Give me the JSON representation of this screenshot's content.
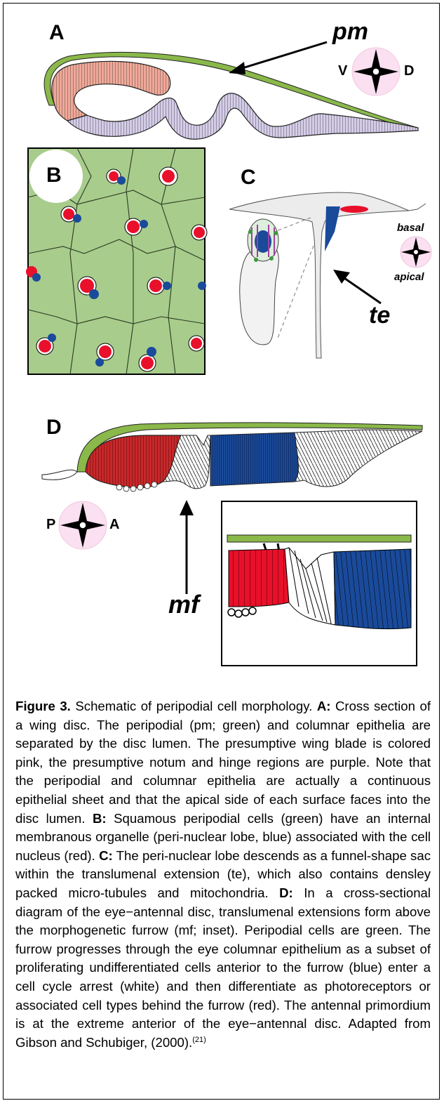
{
  "panels": {
    "a": {
      "letter": "A",
      "pm_label": "pm",
      "dir_left": "V",
      "dir_right": "D"
    },
    "b": {
      "letter": "B"
    },
    "c": {
      "letter": "C",
      "basal_label": "basal",
      "apical_label": "apical",
      "te_label": "te"
    },
    "d": {
      "letter": "D",
      "dir_left": "P",
      "dir_right": "A",
      "mf_label": "mf"
    }
  },
  "caption": {
    "figure_label": "Figure 3.",
    "title": "Schematic of peripodial cell morphology.",
    "a_letter": "A:",
    "a_text": "Cross section of a wing disc. The peripodial (pm; green) and columnar epithelia are separated by the disc lumen. The presumptive wing blade is colored pink, the presumptive notum and hinge regions are purple. Note that the peripodial and columnar epithelia are actually a continuous epithelial sheet and that the apical side of each surface faces into the disc lumen.",
    "b_letter": "B:",
    "b_text": "Squamous peripodial cells (green) have an internal membranous organelle (peri-nuclear lobe, blue) associated with the cell nucleus (red).",
    "c_letter": "C:",
    "c_text": "The peri-nuclear lobe descends as a funnel-shape sac within the translumenal extension (te), which also contains densley packed micro-tubules and mitochondria.",
    "d_letter": "D:",
    "d_text": "In a cross-sectional diagram of the eye−antennal disc, translumenal extensions form above the morphogenetic furrow (mf; inset). Peripodial cells are green. The furrow progresses through the eye columnar epithelium as a subset of proliferating undifferentiated cells anterior to the furrow (blue) enter a cell cycle arrest (white) and then differentiate as photoreceptors or associated cell types behind the furrow (red). The antennal primordium is at the extreme anterior of the eye−antennal disc. Adapted from Gibson and Schubiger, (2000).",
    "ref": "(21)"
  },
  "colors": {
    "peripodial_green": "#8ab84a",
    "cell_green": "#a8cc8c",
    "wing_pink": "#f0a898",
    "notum_purple": "#d4cce8",
    "nucleus_red": "#e8102a",
    "lobe_blue": "#1a4a9a",
    "compass_bg": "#fae0f0"
  },
  "icons": {
    "compass": "compass-rose-icon",
    "arrow": "arrow-icon"
  }
}
